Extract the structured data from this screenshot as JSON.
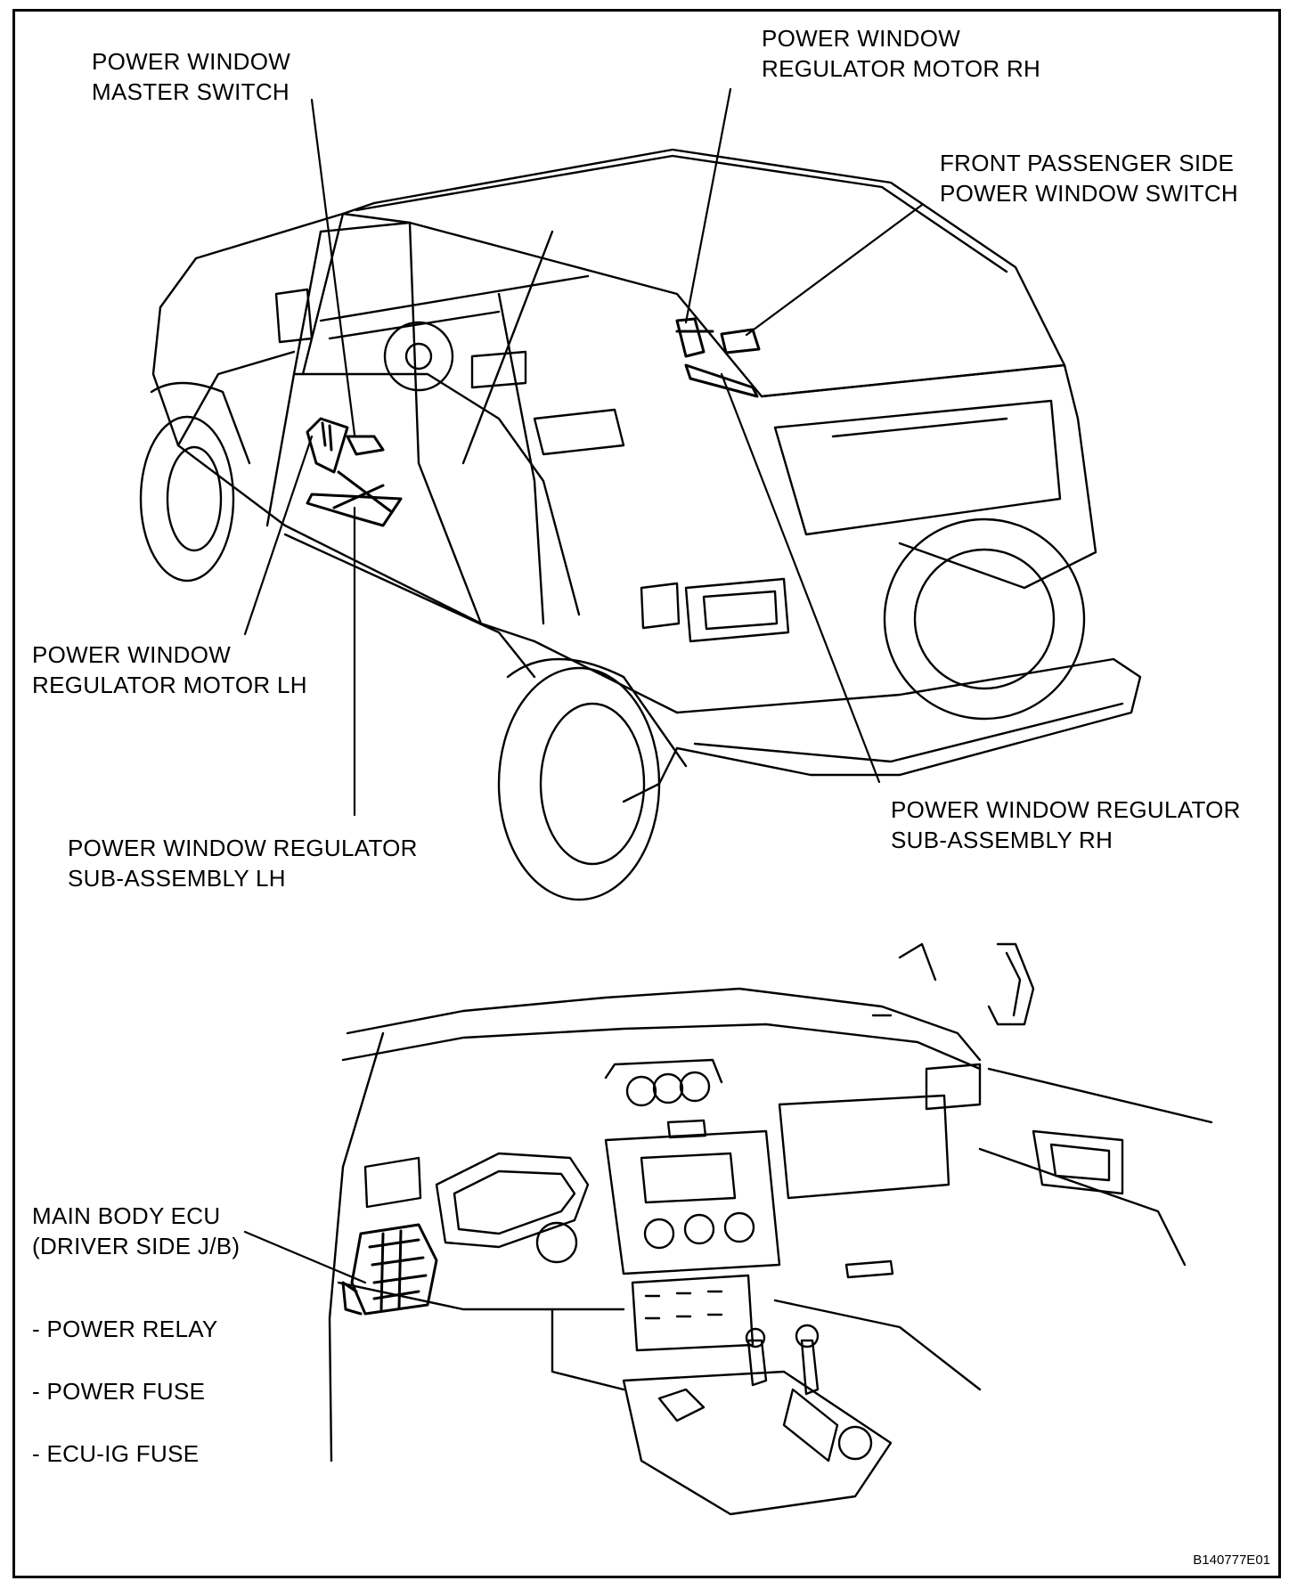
{
  "labels": {
    "master_switch": [
      "POWER WINDOW",
      "MASTER SWITCH"
    ],
    "motor_rh": [
      "POWER WINDOW",
      "REGULATOR MOTOR RH"
    ],
    "passenger_switch": [
      "FRONT PASSENGER SIDE",
      "POWER WINDOW SWITCH"
    ],
    "motor_lh": [
      "POWER WINDOW",
      "REGULATOR MOTOR LH"
    ],
    "regulator_lh": [
      "POWER WINDOW REGULATOR",
      "SUB-ASSEMBLY LH"
    ],
    "regulator_rh": [
      "POWER WINDOW REGULATOR",
      "SUB-ASSEMBLY RH"
    ],
    "main_body_ecu": [
      "MAIN BODY ECU",
      "(DRIVER SIDE J/B)"
    ],
    "power_relay": "- POWER RELAY",
    "power_fuse": "- POWER FUSE",
    "ecu_ig_fuse": "- ECU-IG FUSE"
  },
  "figure_code": "B140777E01"
}
